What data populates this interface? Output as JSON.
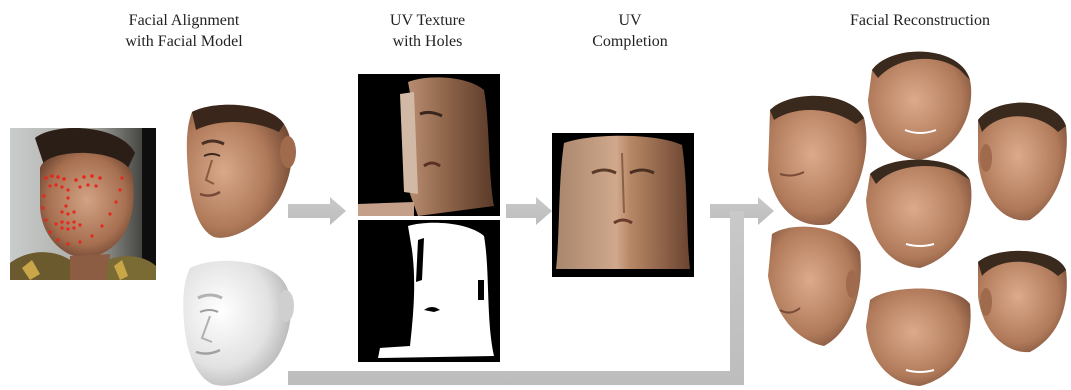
{
  "titles": {
    "alignment": {
      "line1": "Facial Alignment",
      "line2": "with Facial Model"
    },
    "uv_texture": {
      "line1": "UV Texture",
      "line2": "with Holes"
    },
    "uv_completion": {
      "line1": "UV",
      "line2": "Completion"
    },
    "reconstruction": {
      "line1": "Facial Reconstruction"
    }
  },
  "colors": {
    "arrow": "#c4c4c4",
    "landmark": "#e8261e",
    "skin": "#c99670",
    "skin_dark": "#8a5a3c",
    "hair": "#2b1e16",
    "background_black": "#000000",
    "mask_white": "#ffffff",
    "shape_gray": "#e4e4e4"
  },
  "icons": {
    "input_photo": "person-photo",
    "aligned_face": "face-texture",
    "shape_model": "3d-face-mesh",
    "uv_texture": "uv-map",
    "visibility_mask": "binary-mask",
    "uv_completed": "uv-map-completed",
    "reconstructed_views": "face-renders"
  }
}
